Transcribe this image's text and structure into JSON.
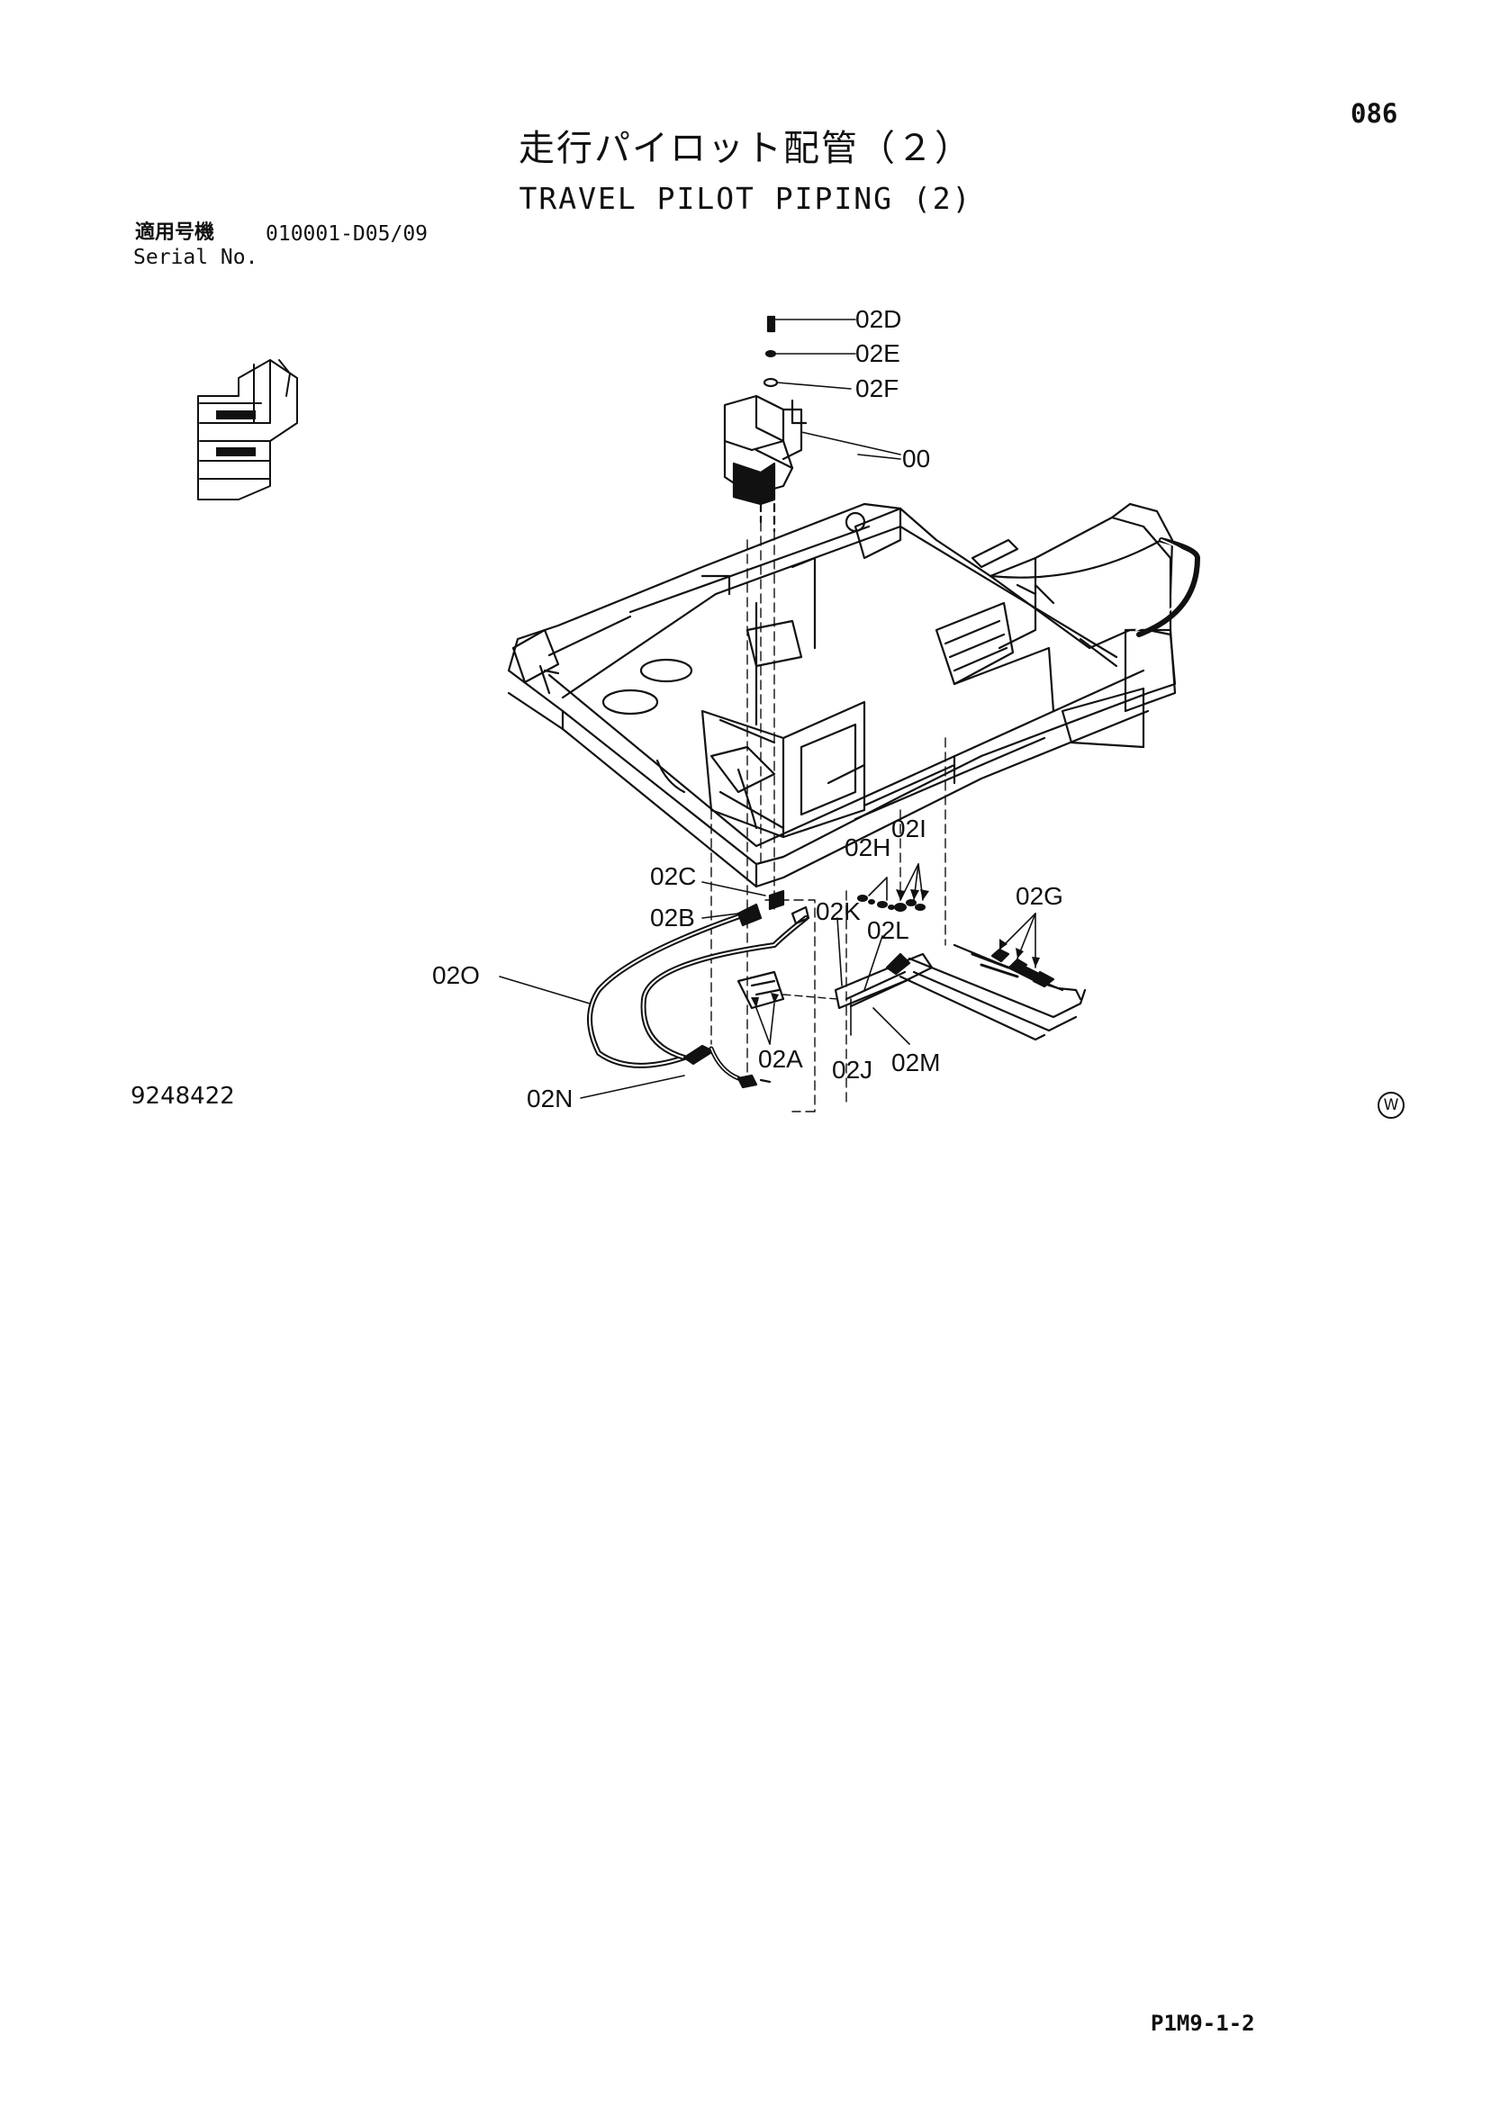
{
  "page_number": "086",
  "title_jp": "走行パイロット配管（２）",
  "title_en": "TRAVEL PILOT PIPING (2)",
  "serial": {
    "label_jp": "適用号機",
    "label_en": "Serial No.",
    "value": "010001-D05/09"
  },
  "callouts": {
    "02D": "02D",
    "02E": "02E",
    "02F": "02F",
    "00": "00",
    "02I": "02I",
    "02H": "02H",
    "02C": "02C",
    "02B": "02B",
    "02K": "02K",
    "02L": "02L",
    "02G": "02G",
    "02O": "02O",
    "02A": "02A",
    "02J": "02J",
    "02M": "02M",
    "02N": "02N"
  },
  "drawing_number": "9248422",
  "w_mark": "W",
  "page_code": "P1M9-1-2"
}
